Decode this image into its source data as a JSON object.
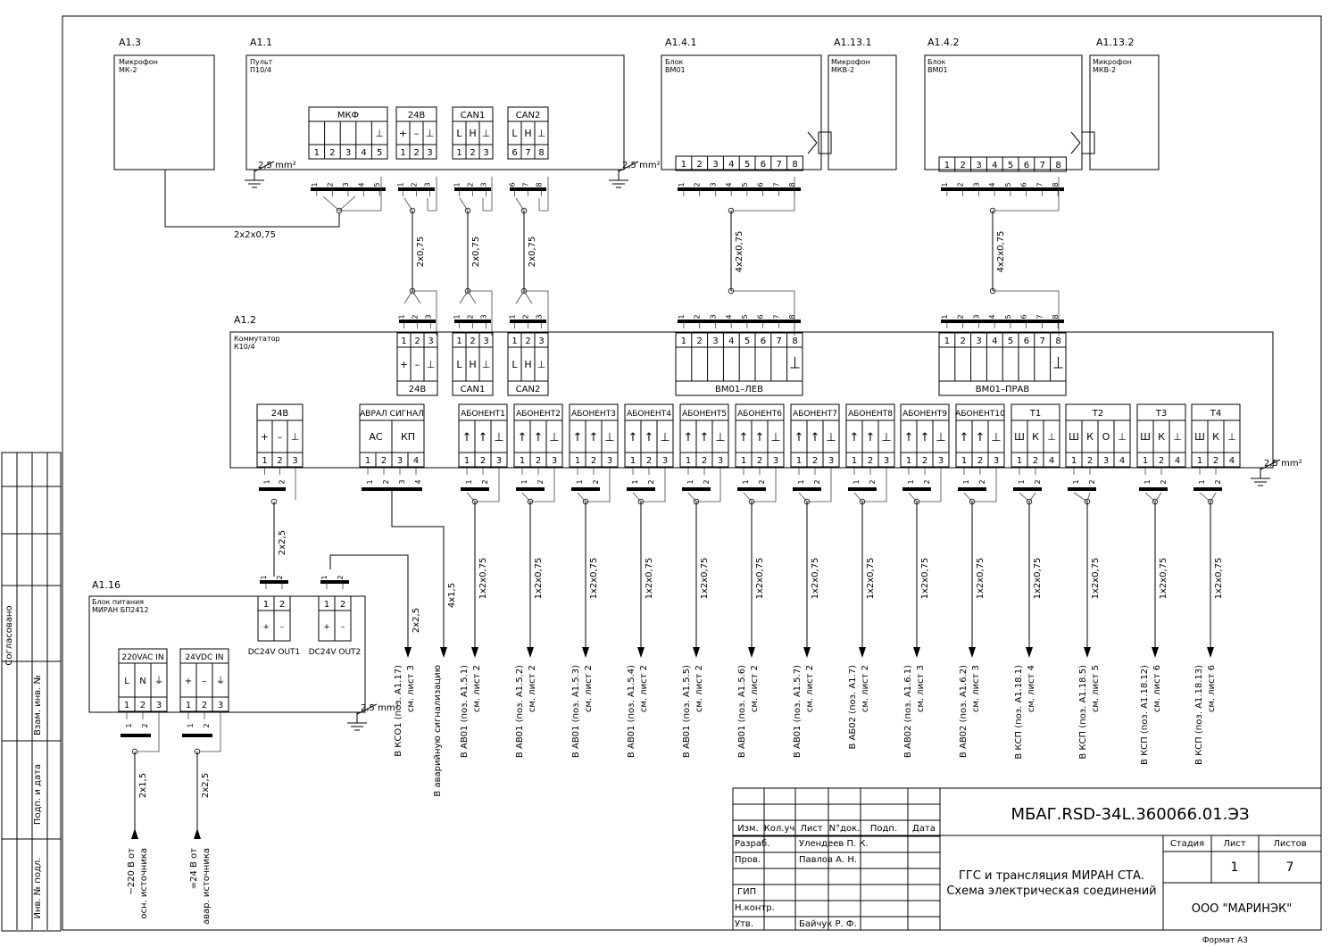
{
  "blocks": {
    "a1_3": {
      "ref": "A1.3",
      "l1": "Микрофон",
      "l2": "МК-2"
    },
    "a1_1": {
      "ref": "A1.1",
      "l1": "Пульт",
      "l2": "П10/4"
    },
    "a1_4_1": {
      "ref": "A1.4.1",
      "l1": "Блок",
      "l2": "ВМ01"
    },
    "a1_13_1": {
      "ref": "A1.13.1",
      "l1": "Микрофон",
      "l2": "МКВ-2"
    },
    "a1_4_2": {
      "ref": "A1.4.2",
      "l1": "Блок",
      "l2": "ВМ01"
    },
    "a1_13_2": {
      "ref": "A1.13.2",
      "l1": "Микрофон",
      "l2": "МКВ-2"
    },
    "a1_2": {
      "ref": "A1.2",
      "l1": "Коммутатор",
      "l2": "К10/4"
    },
    "a1_16": {
      "ref": "A1.16",
      "l1": "Блок питания",
      "l2": "МИРАН БП2412"
    }
  },
  "connectors": {
    "mkf": {
      "title": "МКФ",
      "pins": [
        "1",
        "2",
        "3",
        "4",
        "5"
      ],
      "sym": [
        "",
        "",
        "",
        "",
        "⊥"
      ]
    },
    "p24": {
      "title": "24В",
      "pins": [
        "1",
        "2",
        "3"
      ],
      "sym": [
        "+",
        "–",
        "⊥"
      ]
    },
    "can1": {
      "title": "CAN1",
      "pins": [
        "1",
        "2",
        "3"
      ],
      "sym": [
        "L",
        "H",
        "⊥"
      ]
    },
    "can2": {
      "title": "CAN2",
      "pins": [
        "6",
        "7",
        "8"
      ],
      "sym": [
        "L",
        "H",
        "⊥"
      ]
    },
    "k24": {
      "title": "24В",
      "pins": [
        "1",
        "2",
        "3"
      ],
      "sym": [
        "+",
        "–",
        "⊥"
      ]
    },
    "kcan1": {
      "title": "CAN1",
      "pins": [
        "1",
        "2",
        "3"
      ],
      "sym": [
        "L",
        "H",
        "⊥"
      ]
    },
    "kcan2": {
      "title": "CAN2",
      "pins": [
        "1",
        "2",
        "3"
      ],
      "sym": [
        "L",
        "H",
        "⊥"
      ]
    },
    "vm_lev": {
      "title": "ВМ01–ЛЕВ",
      "pins": [
        "1",
        "2",
        "3",
        "4",
        "5",
        "6",
        "7",
        "8"
      ]
    },
    "vm_prav": {
      "title": "ВМ01–ПРАВ",
      "pins": [
        "1",
        "2",
        "3",
        "4",
        "5",
        "6",
        "7",
        "8"
      ]
    },
    "b24": {
      "title": "24В",
      "pins": [
        "1",
        "2",
        "3"
      ],
      "sym": [
        "+",
        "–",
        "⊥"
      ]
    },
    "avral": {
      "title": "АВРАЛ СИГНАЛ",
      "pins": [
        "1",
        "2",
        "3",
        "4"
      ],
      "sym": [
        "АС",
        "КП"
      ]
    },
    "ab": [
      {
        "title": "АБОНЕНТ1"
      },
      {
        "title": "АБОНЕНТ2"
      },
      {
        "title": "АБОНЕНТ3"
      },
      {
        "title": "АБОНЕНТ4"
      },
      {
        "title": "АБОНЕНТ5"
      },
      {
        "title": "АБОНЕНТ6"
      },
      {
        "title": "АБОНЕНТ7"
      },
      {
        "title": "АБОНЕНТ8"
      },
      {
        "title": "АБОНЕНТ9"
      },
      {
        "title": "АБОНЕНТ10"
      }
    ],
    "ab_sym": [
      "↑",
      "↑",
      "⊥"
    ],
    "ab_pins": [
      "1",
      "2",
      "3"
    ],
    "t1": {
      "title": "Т1",
      "pins": [
        "1",
        "2",
        "4"
      ],
      "sym": [
        "Ш",
        "К",
        "⊥"
      ]
    },
    "t2": {
      "title": "Т2",
      "pins": [
        "1",
        "2",
        "3",
        "4"
      ],
      "sym": [
        "Ш",
        "К",
        "О",
        "⊥"
      ]
    },
    "t3": {
      "title": "Т3",
      "pins": [
        "1",
        "2",
        "4"
      ],
      "sym": [
        "Ш",
        "К",
        "⊥"
      ]
    },
    "t4": {
      "title": "Т4",
      "pins": [
        "1",
        "2",
        "4"
      ],
      "sym": [
        "Ш",
        "К",
        "⊥"
      ]
    },
    "ac220": {
      "title": "220VAC IN",
      "pins": [
        "1",
        "2",
        "3"
      ],
      "sym": [
        "L",
        "N",
        "⏚"
      ]
    },
    "dc24in": {
      "title": "24VDC IN",
      "pins": [
        "1",
        "2",
        "3"
      ],
      "sym": [
        "+",
        "–",
        "⏚"
      ]
    },
    "out1": {
      "title": "DC24V OUT1",
      "pins": [
        "1",
        "2"
      ],
      "sym": [
        "+",
        "–"
      ]
    },
    "out2": {
      "title": "DC24V OUT2",
      "pins": [
        "1",
        "2"
      ],
      "sym": [
        "+",
        "–"
      ]
    }
  },
  "cables": {
    "mic": "2x2x0,75",
    "p24": "2x0,75",
    "can1": "2x0,75",
    "can2": "2x0,75",
    "vm1": "4x2x0,75",
    "vm2": "4x2x0,75",
    "psu": "2x2,5",
    "kso": "2x2,5",
    "alarm": "4x1,5",
    "ab": "1x2x0,75",
    "mains": "2x1,5",
    "dc_in": "2x2,5"
  },
  "ground": "2,5 mm²",
  "destinations": [
    {
      "l1": "В КСО1 (поз. А1.17)",
      "l2": "см. лист 3"
    },
    {
      "l1": "В аварийную сигнализацию",
      "l2": ""
    },
    {
      "l1": "В АВ01 (поз. А1.5.1)",
      "l2": "см. лист 2"
    },
    {
      "l1": "В АВ01 (поз. А1.5.2)",
      "l2": "см. лист 2"
    },
    {
      "l1": "В АВ01 (поз. А1.5.3)",
      "l2": "см. лист 2"
    },
    {
      "l1": "В АВ01 (поз. А1.5.4)",
      "l2": "см. лист 2"
    },
    {
      "l1": "В АВ01 (поз. А1.5.5)",
      "l2": "см. лист 2"
    },
    {
      "l1": "В АВ01 (поз. А1.5.6)",
      "l2": "см. лист 2"
    },
    {
      "l1": "В АВ01 (поз. А1.5.7)",
      "l2": "см. лист 2"
    },
    {
      "l1": "В АБ02 (поз. А1.7)",
      "l2": "см. лист 2"
    },
    {
      "l1": "В АВ02 (поз. А1.6.1)",
      "l2": "см. лист 3"
    },
    {
      "l1": "В АВ02 (поз. А1.6.2)",
      "l2": "см. лист 3"
    },
    {
      "l1": "В КСП (поз. А1.18.1)",
      "l2": "см. лист 4"
    },
    {
      "l1": "В КСП (поз. А1.18.5)",
      "l2": "см. лист 5"
    },
    {
      "l1": "В КСП (поз. А1.18.12)",
      "l2": "см. лист 6"
    },
    {
      "l1": "В КСП (поз. А1.18.13)",
      "l2": "см. лист 6"
    }
  ],
  "sources": [
    {
      "l1": "~220 В от",
      "l2": "осн. источника"
    },
    {
      "l1": "=24 В от",
      "l2": "авар. источника"
    }
  ],
  "side": {
    "agreed": "Согласовано",
    "vzam": "Взам. инв. №",
    "podp": "Подп. и дата",
    "inv": "Инв. № подл."
  },
  "title_block": {
    "code": "МБАГ.RSD-34L.360066.01.ЭЗ",
    "h_izm": "Изм.",
    "h_koluch": "Кол.уч",
    "h_list": "Лист",
    "h_ndok": "N°док.",
    "h_podp": "Подп.",
    "h_data": "Дата",
    "r_razrab": "Разраб.",
    "n_razrab": "Улендеев П. К.",
    "r_prov": "Пров.",
    "n_prov": "Павлов А. Н.",
    "r_gip": "ГИП",
    "r_nkontr": "Н.контр.",
    "r_utv": "Утв.",
    "n_utv": "Байчук Р. Ф.",
    "name1": "ГГС и трансляция МИРАН СТА.",
    "name2": "Схема электрическая соединений",
    "h_stadia": "Стадия",
    "h_sheet": "Лист",
    "h_sheets": "Листов",
    "sheet": "1",
    "sheets": "7",
    "org": "ООО \"МАРИНЭК\"",
    "format": "Формат А3"
  }
}
